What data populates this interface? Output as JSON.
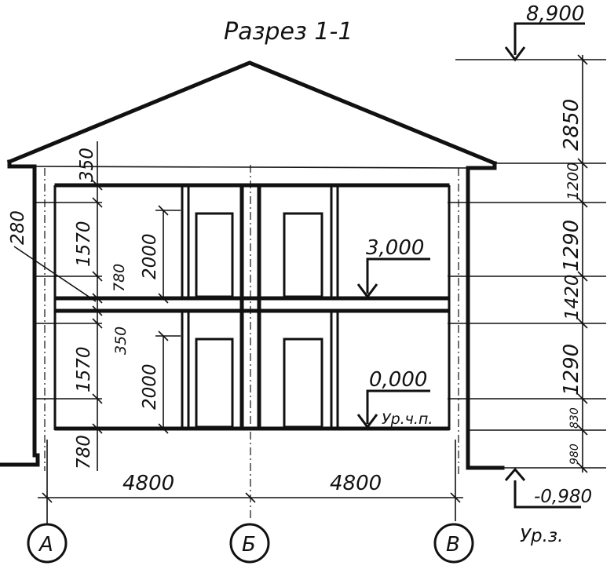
{
  "title": "Разрез 1-1",
  "elevations": {
    "top": "8,900",
    "floor2": "3,000",
    "floor1": "0,000",
    "floor1_note": "Ур.ч.п.",
    "ground": "-0,980",
    "ground_note": "Ур.з."
  },
  "right_dims": [
    "2850",
    "1200",
    "1290",
    "1420",
    "1290",
    "830",
    "980"
  ],
  "left_dims": {
    "eave": "350",
    "window_top": "1570",
    "sill_upper": "780",
    "slab": "350",
    "window_bottom": "1570",
    "sill_lower": "780",
    "door_upper": "2000",
    "door_lower": "2000",
    "wall": "280"
  },
  "spans": [
    "4800",
    "4800"
  ],
  "axes": [
    "А",
    "Б",
    "В"
  ]
}
